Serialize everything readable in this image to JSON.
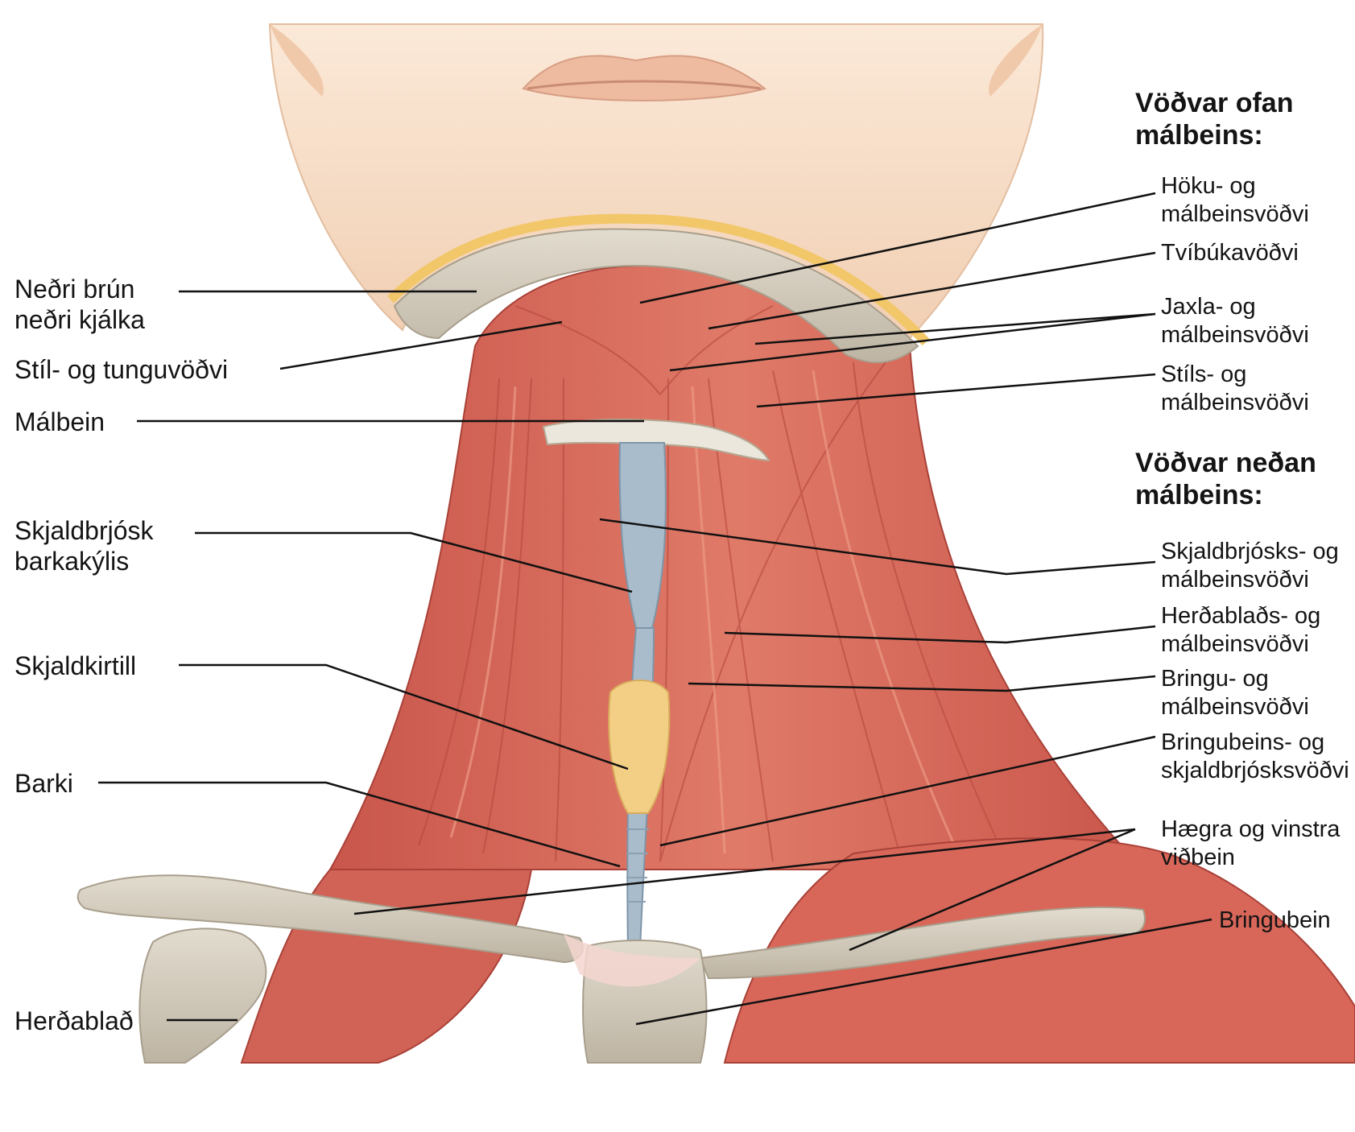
{
  "colors": {
    "skin": "#f6dcc4",
    "muscle": "#d8675a",
    "muscle_dark": "#b6483f",
    "bone": "#cfc7b8",
    "cartilage": "#a9bccb",
    "gland": "#f3cf86",
    "leader": "#111111"
  },
  "left_labels": {
    "mandible": [
      "Neðri brún",
      "neðri kjálka"
    ],
    "styloglossus": "Stíl- og tunguvöðvi",
    "hyoid": "Málbein",
    "thyroid_cartilage": [
      "Skjaldbrjósk",
      "barkakýlis"
    ],
    "thyroid_gland": "Skjaldkirtill",
    "trachea": "Barki",
    "scapula": "Herðablað"
  },
  "right_labels": {
    "suprahyoid_heading": [
      "Vöðvar ofan",
      "málbeins:"
    ],
    "geniohyoid": [
      "Höku- og",
      "málbeinsvöðvi"
    ],
    "digastric": "Tvíbúkavöðvi",
    "mylohyoid": [
      "Jaxla- og",
      "málbeinsvöðvi"
    ],
    "stylohyoid": [
      "Stíls- og",
      "málbeinsvöðvi"
    ],
    "infrahyoid_heading": [
      "Vöðvar neðan",
      "málbeins:"
    ],
    "thyrohyoid": [
      "Skjaldbrjósks- og",
      "málbeinsvöðvi"
    ],
    "omohyoid": [
      "Herðablaðs- og",
      "málbeinsvöðvi"
    ],
    "sternohyoid": [
      "Bringu- og",
      "málbeinsvöðvi"
    ],
    "sternothyroid": [
      "Bringubeins- og",
      "skjaldbrjósksvöðvi"
    ],
    "clavicles": [
      "Hægra og vinstra",
      "viðbein"
    ],
    "sternum": "Bringubein"
  }
}
